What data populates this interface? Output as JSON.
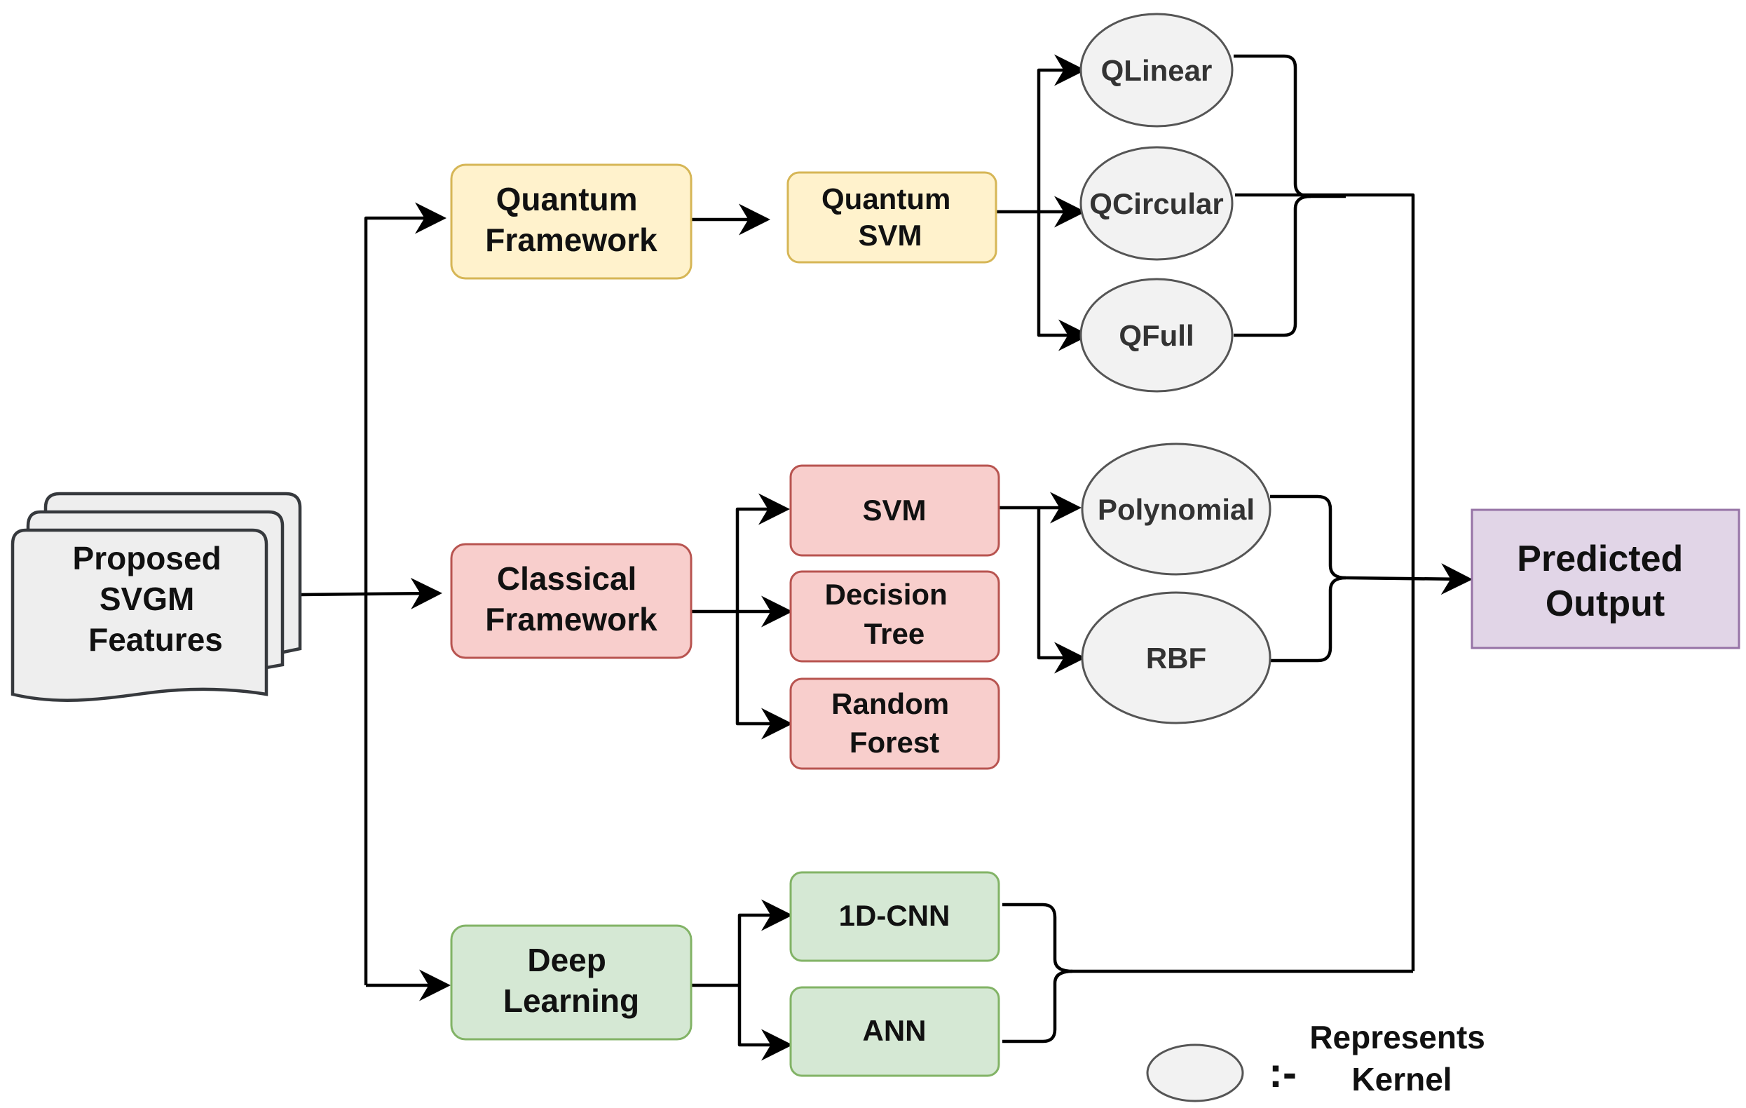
{
  "input": {
    "lines": [
      "Proposed",
      "SVGM",
      "Features"
    ]
  },
  "frameworks": {
    "quantum": {
      "lines": [
        "Quantum",
        "Framework"
      ]
    },
    "classical": {
      "lines": [
        "Classical",
        "Framework"
      ]
    },
    "deep": {
      "lines": [
        "Deep",
        "Learning"
      ]
    }
  },
  "models": {
    "quantum_svm": {
      "lines": [
        "Quantum",
        "SVM"
      ]
    },
    "svm": {
      "lines": [
        "SVM"
      ]
    },
    "decision_tree": {
      "lines": [
        "Decision",
        "Tree"
      ]
    },
    "random_forest": {
      "lines": [
        "Random",
        "Forest"
      ]
    },
    "cnn_1d": {
      "lines": [
        "1D-CNN"
      ]
    },
    "ann": {
      "lines": [
        "ANN"
      ]
    }
  },
  "kernels": {
    "qlinear": {
      "label": "QLinear"
    },
    "qcircular": {
      "label": "QCircular"
    },
    "qfull": {
      "label": "QFull"
    },
    "polynomial": {
      "label": "Polynomial"
    },
    "rbf": {
      "label": "RBF"
    }
  },
  "output": {
    "lines": [
      "Predicted",
      "Output"
    ]
  },
  "legend": {
    "symbol": ":-",
    "lines": [
      "Represents",
      "Kernel"
    ]
  },
  "colors": {
    "quantum_fill": "#fff2cc",
    "quantum_stroke": "#d6b656",
    "classical_fill": "#f8cecc",
    "classical_stroke": "#b85450",
    "deep_fill": "#d5e8d4",
    "deep_stroke": "#82b366",
    "output_fill": "#e1d5e7",
    "output_stroke": "#9673a6",
    "kernel_fill": "#f2f2f2",
    "kernel_stroke": "#555555",
    "doc_fill": "#eeeeee",
    "doc_stroke": "#36393d",
    "line": "#000000"
  }
}
